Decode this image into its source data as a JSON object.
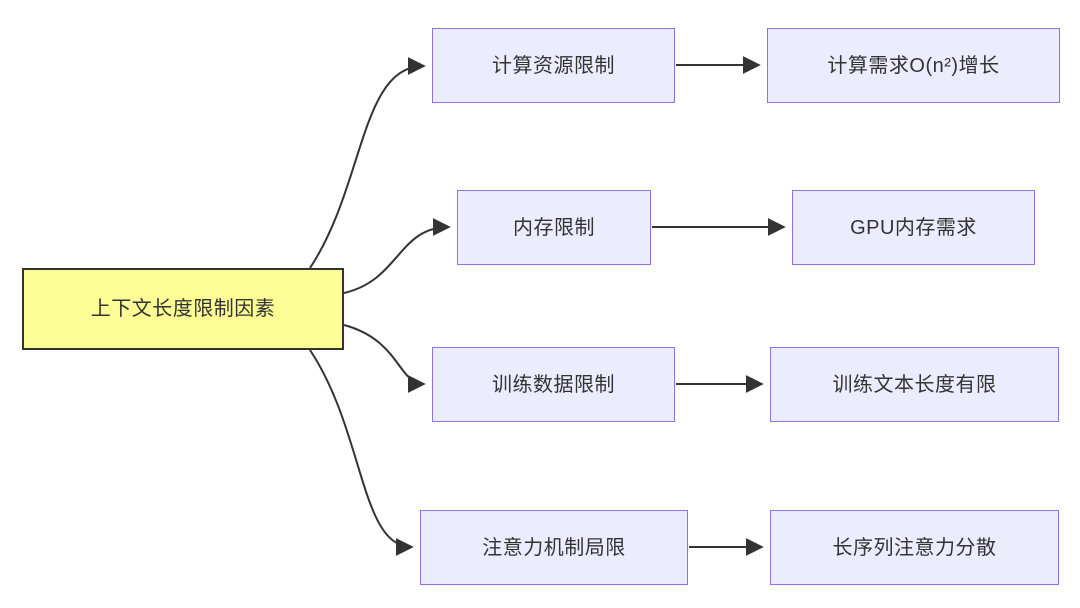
{
  "diagram": {
    "root": {
      "label": "上下文长度限制因素"
    },
    "rows": [
      {
        "mid": "计算资源限制",
        "right": "计算需求O(n²)增长"
      },
      {
        "mid": "内存限制",
        "right": "GPU内存需求"
      },
      {
        "mid": "训练数据限制",
        "right": "训练文本长度有限"
      },
      {
        "mid": "注意力机制局限",
        "right": "长序列注意力分散"
      }
    ],
    "colors": {
      "root_fill": "#FDFD96",
      "root_border": "#333333",
      "node_fill": "#ECECFF",
      "node_border": "#9370DB",
      "edge": "#333333",
      "text": "#333333"
    }
  }
}
